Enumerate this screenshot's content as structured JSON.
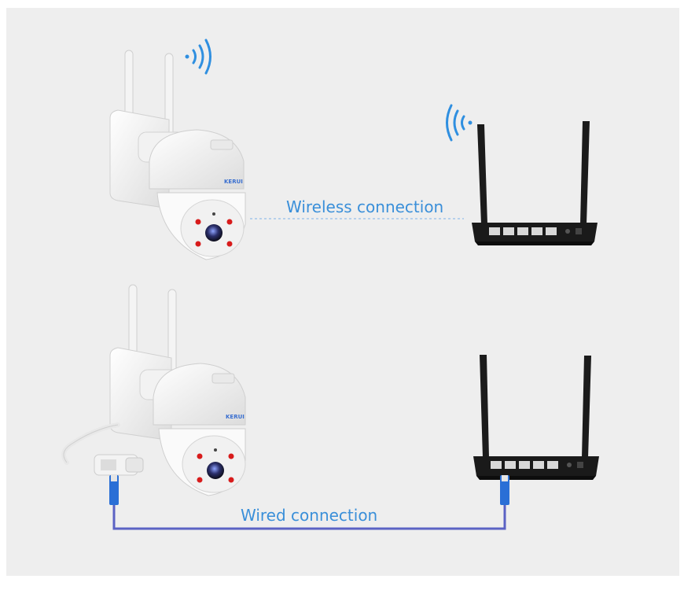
{
  "diagram": {
    "wireless_label": "Wireless connection",
    "wired_label": "Wired connection",
    "camera_brand": "KERUI"
  },
  "colors": {
    "background": "#eeeeee",
    "label_text": "#3a8fd9",
    "wifi_signal": "#2f8fe0",
    "dashed_line": "#7fb3e8",
    "cable": "#5b62c4",
    "connector": "#2a6fd6",
    "camera_body": "#f7f7f7",
    "router_body": "#1a1a1a"
  },
  "icons": [
    "wifi-signal-icon",
    "wifi-signal-icon"
  ]
}
